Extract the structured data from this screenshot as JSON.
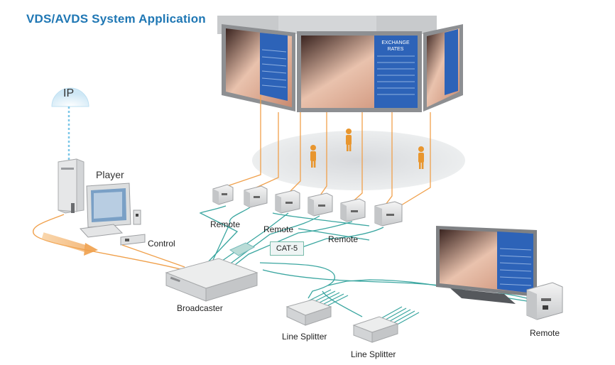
{
  "title": "VDS/AVDS System Application",
  "labels": {
    "ip": "IP",
    "player": "Player",
    "control": "Control",
    "broadcaster": "Broadcaster",
    "remote": "Remote",
    "line_splitter": "Line Splitter",
    "cat5": "CAT-5"
  },
  "screen": {
    "heading_line1": "EXCHANGE",
    "heading_line2": "RATES"
  },
  "colors": {
    "title": "#1f77b4",
    "orange_link": "#f0a04b",
    "teal_cable": "#3aa6a0",
    "ip_dash": "#7cc7e8",
    "screen_panel": "#2d63b8",
    "person": "#e8962f"
  }
}
